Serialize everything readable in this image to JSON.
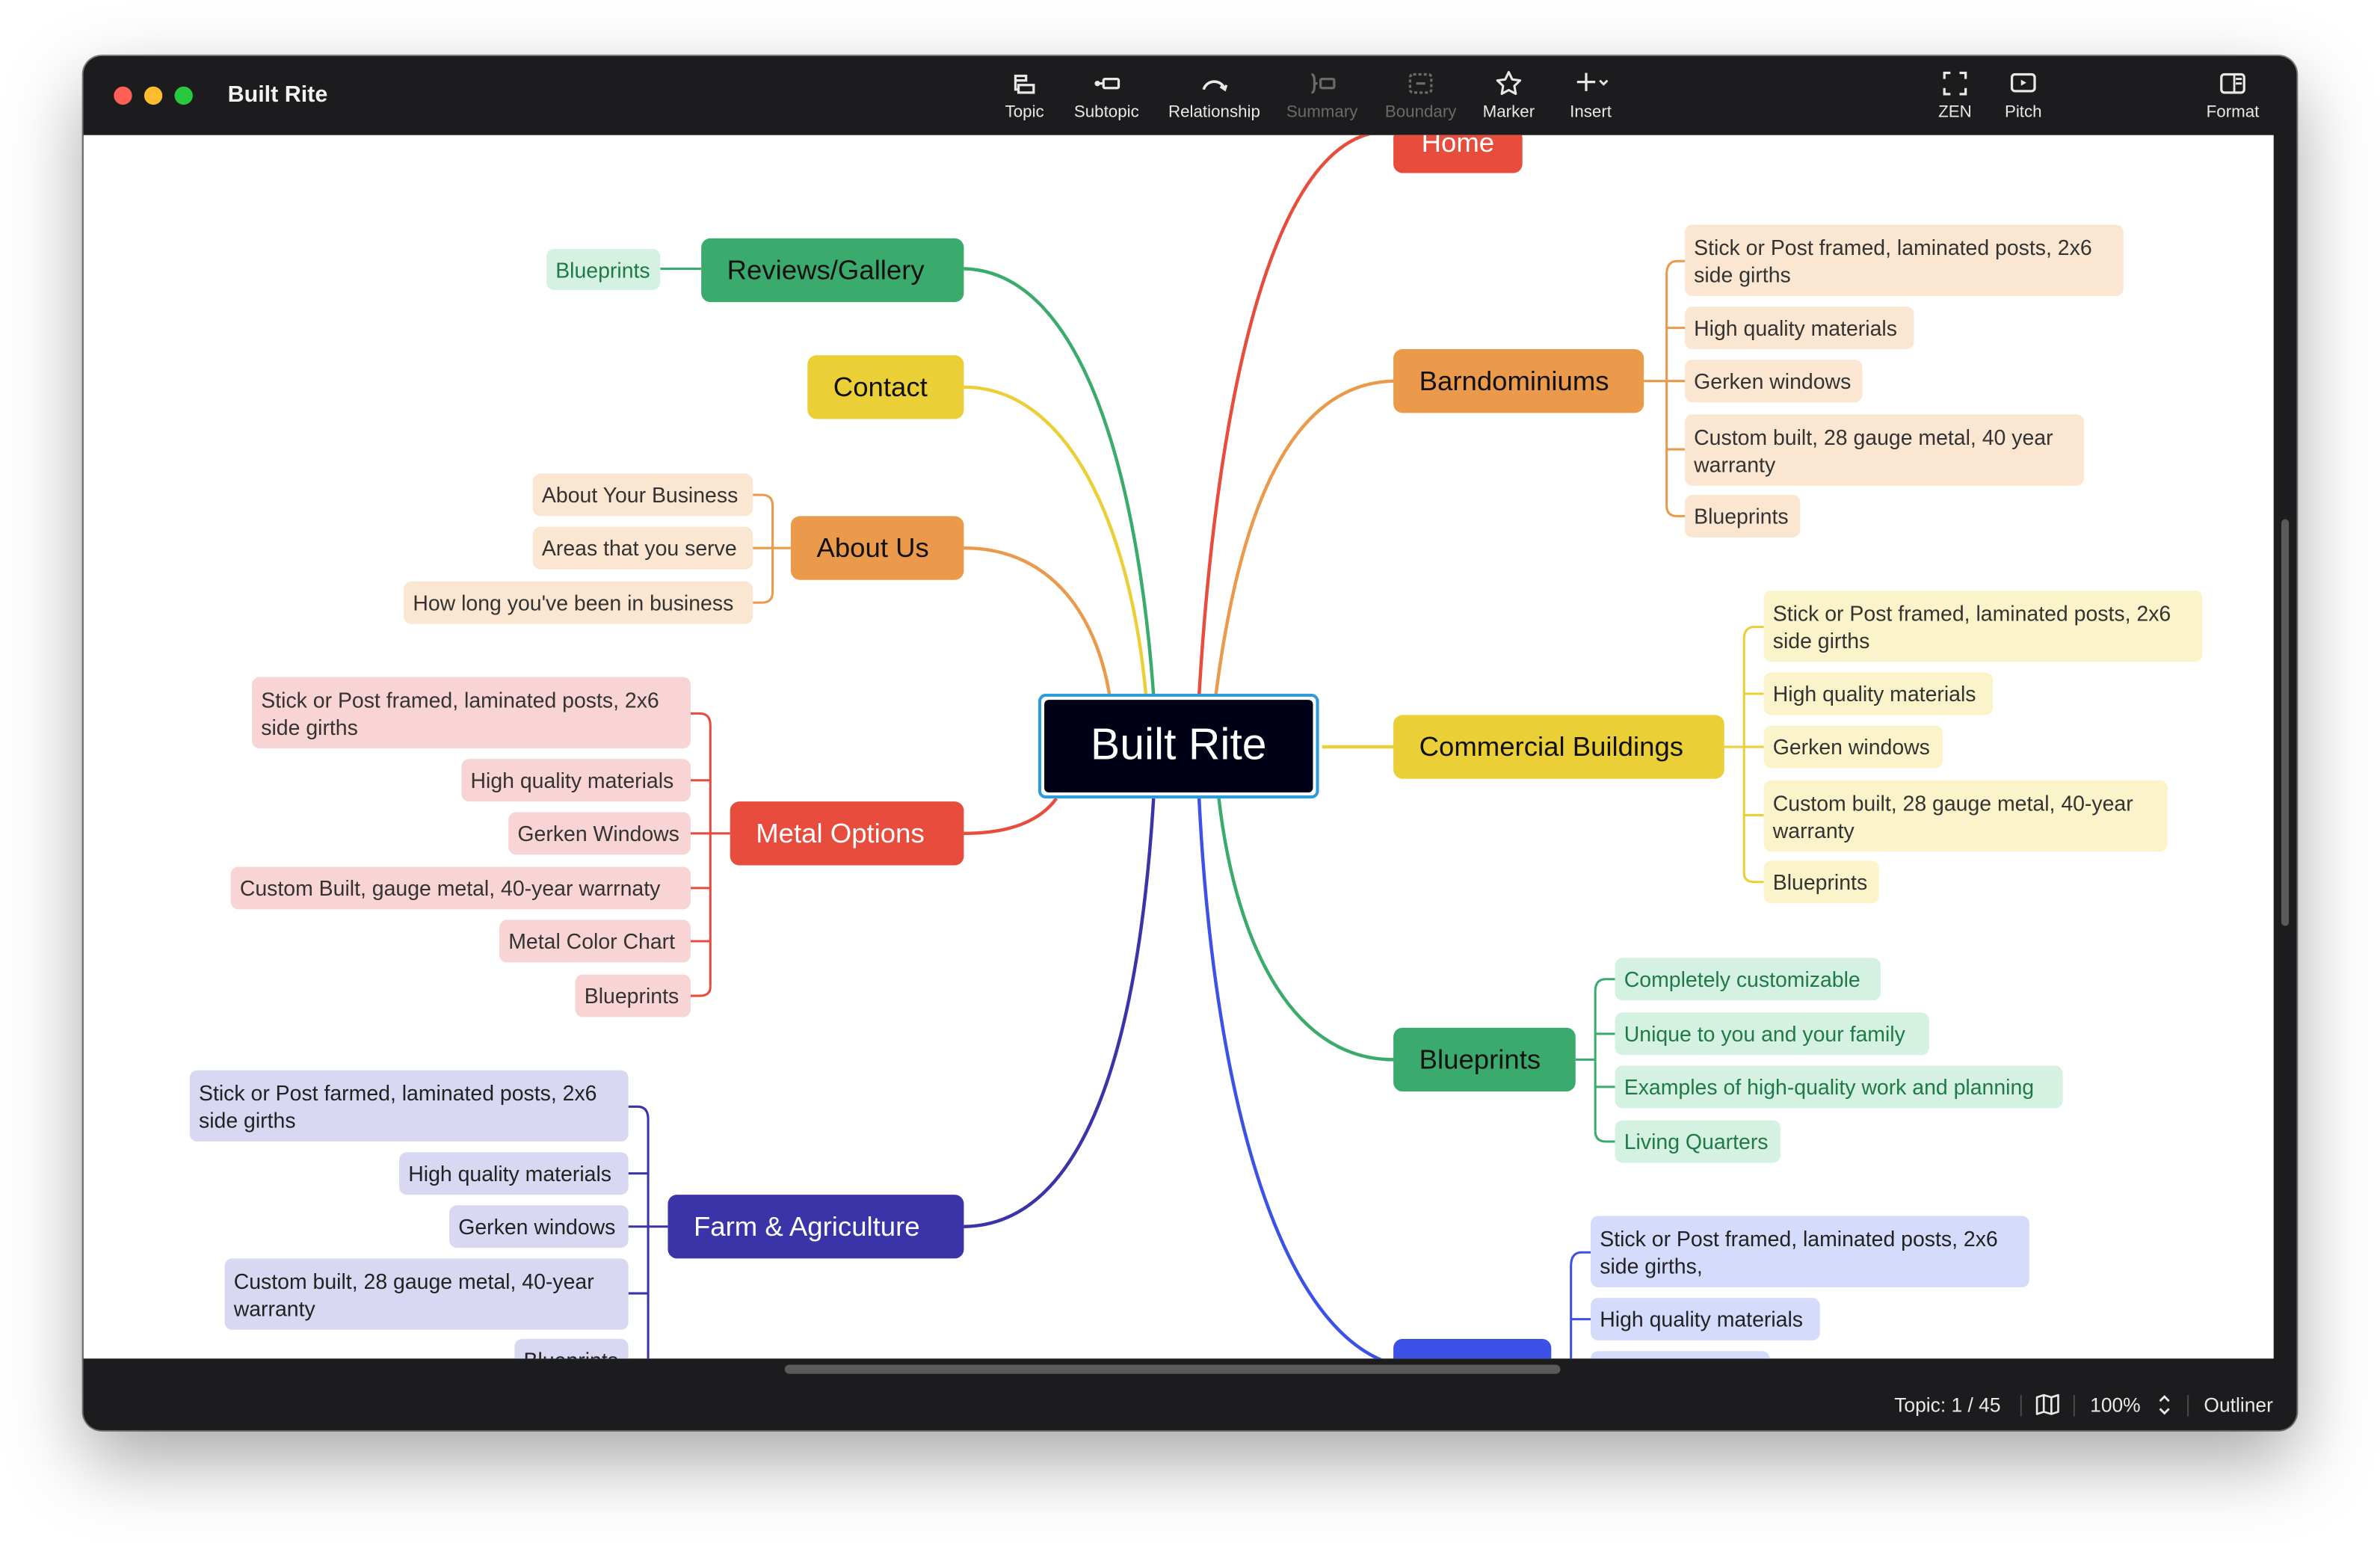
{
  "window": {
    "title": "Built Rite"
  },
  "toolbar": {
    "topic": "Topic",
    "subtopic": "Subtopic",
    "relationship": "Relationship",
    "summary": "Summary",
    "boundary": "Boundary",
    "marker": "Marker",
    "insert": "Insert",
    "zen": "ZEN",
    "pitch": "Pitch",
    "format": "Format"
  },
  "colors": {
    "red": "#e74c3c",
    "orange": "#ea9a4a",
    "yellow": "#ebcf37",
    "green": "#3aab6c",
    "navy": "#3b33a8",
    "blue": "#3c52e6",
    "central": "#000016",
    "selection": "#2d9cdb"
  },
  "map": {
    "central": "Built Rite",
    "home": {
      "label": "Home"
    },
    "reviews": {
      "label": "Reviews/Gallery",
      "children": [
        "Blueprints"
      ]
    },
    "contact": {
      "label": "Contact"
    },
    "about": {
      "label": "About Us",
      "children": [
        "About Your Business",
        "Areas that you serve",
        "How long you've been in business"
      ]
    },
    "metal": {
      "label": "Metal Options",
      "children": [
        "Stick or Post framed, laminated posts, 2x6 side girths",
        "High quality materials",
        "Gerken Windows",
        "Custom Built, gauge metal, 40-year warrnaty",
        "Metal Color Chart",
        "Blueprints"
      ]
    },
    "farm": {
      "label": "Farm & Agriculture",
      "children": [
        "Stick or Post farmed, laminated posts, 2x6 side girths",
        "High quality materials",
        "Gerken windows",
        "Custom built, 28 gauge metal, 40-year warranty",
        "Blueprints"
      ]
    },
    "barndo": {
      "label": "Barndominiums",
      "children": [
        "Stick or Post framed, laminated posts, 2x6 side girths",
        "High quality materials",
        "Gerken windows",
        "Custom built, 28 gauge metal, 40 year warranty",
        "Blueprints"
      ]
    },
    "commercial": {
      "label": "Commercial Buildings",
      "children": [
        "Stick or Post framed, laminated posts, 2x6 side girths",
        "High quality materials",
        "Gerken windows",
        "Custom built, 28 gauge metal, 40-year warranty",
        "Blueprints"
      ]
    },
    "blueprints": {
      "label": "Blueprints",
      "children": [
        "Completely customizable",
        "Unique to you and your family",
        "Examples of high-quality work and planning",
        "Living Quarters"
      ]
    },
    "bottom": {
      "label": "",
      "children": [
        "Stick or Post framed, laminated posts, 2x6 side girths,",
        "High quality materials"
      ]
    }
  },
  "status": {
    "topic_count": "Topic: 1 / 45",
    "zoom": "100%",
    "outliner": "Outliner"
  }
}
